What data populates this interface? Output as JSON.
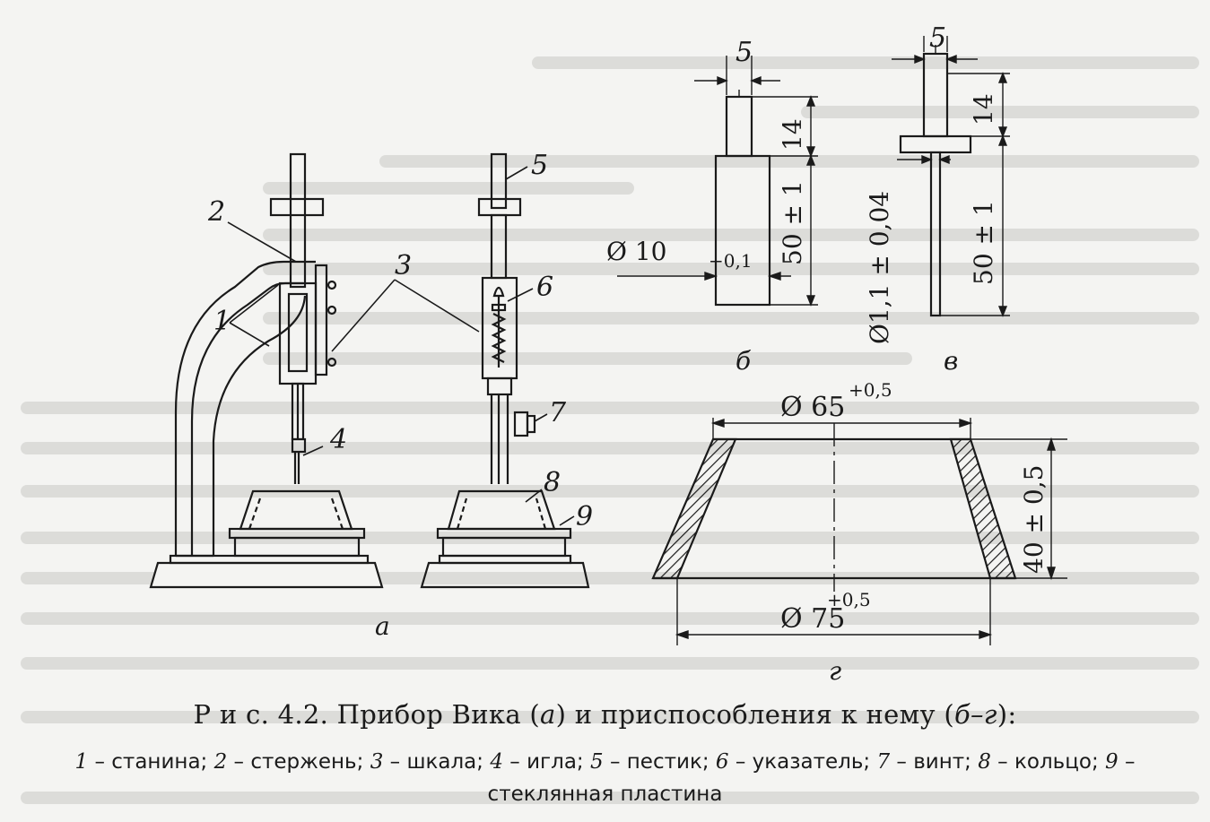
{
  "figure": {
    "panel_labels": {
      "a": "а",
      "b": "б",
      "v": "в",
      "g": "г"
    },
    "callouts": [
      "1",
      "2",
      "3",
      "4",
      "5",
      "6",
      "7",
      "8",
      "9"
    ],
    "dimensions": {
      "b_width": "5",
      "b_top_height": "14",
      "b_body_height": "50 ± 1",
      "b_diameter": "Ø 10",
      "b_diameter_tol": "−0,1",
      "v_width": "5",
      "v_top_height": "14",
      "v_needle_height": "50 ± 1",
      "v_needle_diameter": "Ø1,1 ± 0,04",
      "g_top_diameter": "Ø 65",
      "g_top_tol": "+0,5",
      "g_height": "40 ± 0,5",
      "g_bottom_diameter": "Ø 75",
      "g_bottom_tol": "+0,5"
    }
  },
  "caption": {
    "prefix": "Р и с.  4.2.",
    "title_1": " Прибор Вика (",
    "title_a": "а",
    "title_2": ") и приспособления к нему (",
    "title_range": "б–г",
    "title_3": "):",
    "legend": [
      {
        "num": "1",
        "text": " – станина; "
      },
      {
        "num": "2",
        "text": " – стержень; "
      },
      {
        "num": "3",
        "text": " – шкала; "
      },
      {
        "num": "4",
        "text": " – игла; "
      },
      {
        "num": "5",
        "text": " – пестик; "
      },
      {
        "num": "6",
        "text": " – указатель; "
      },
      {
        "num": "7",
        "text": " – винт; "
      },
      {
        "num": "8",
        "text": " – кольцо; "
      },
      {
        "num": "9",
        "text": " – стеклянная пластина"
      }
    ]
  }
}
